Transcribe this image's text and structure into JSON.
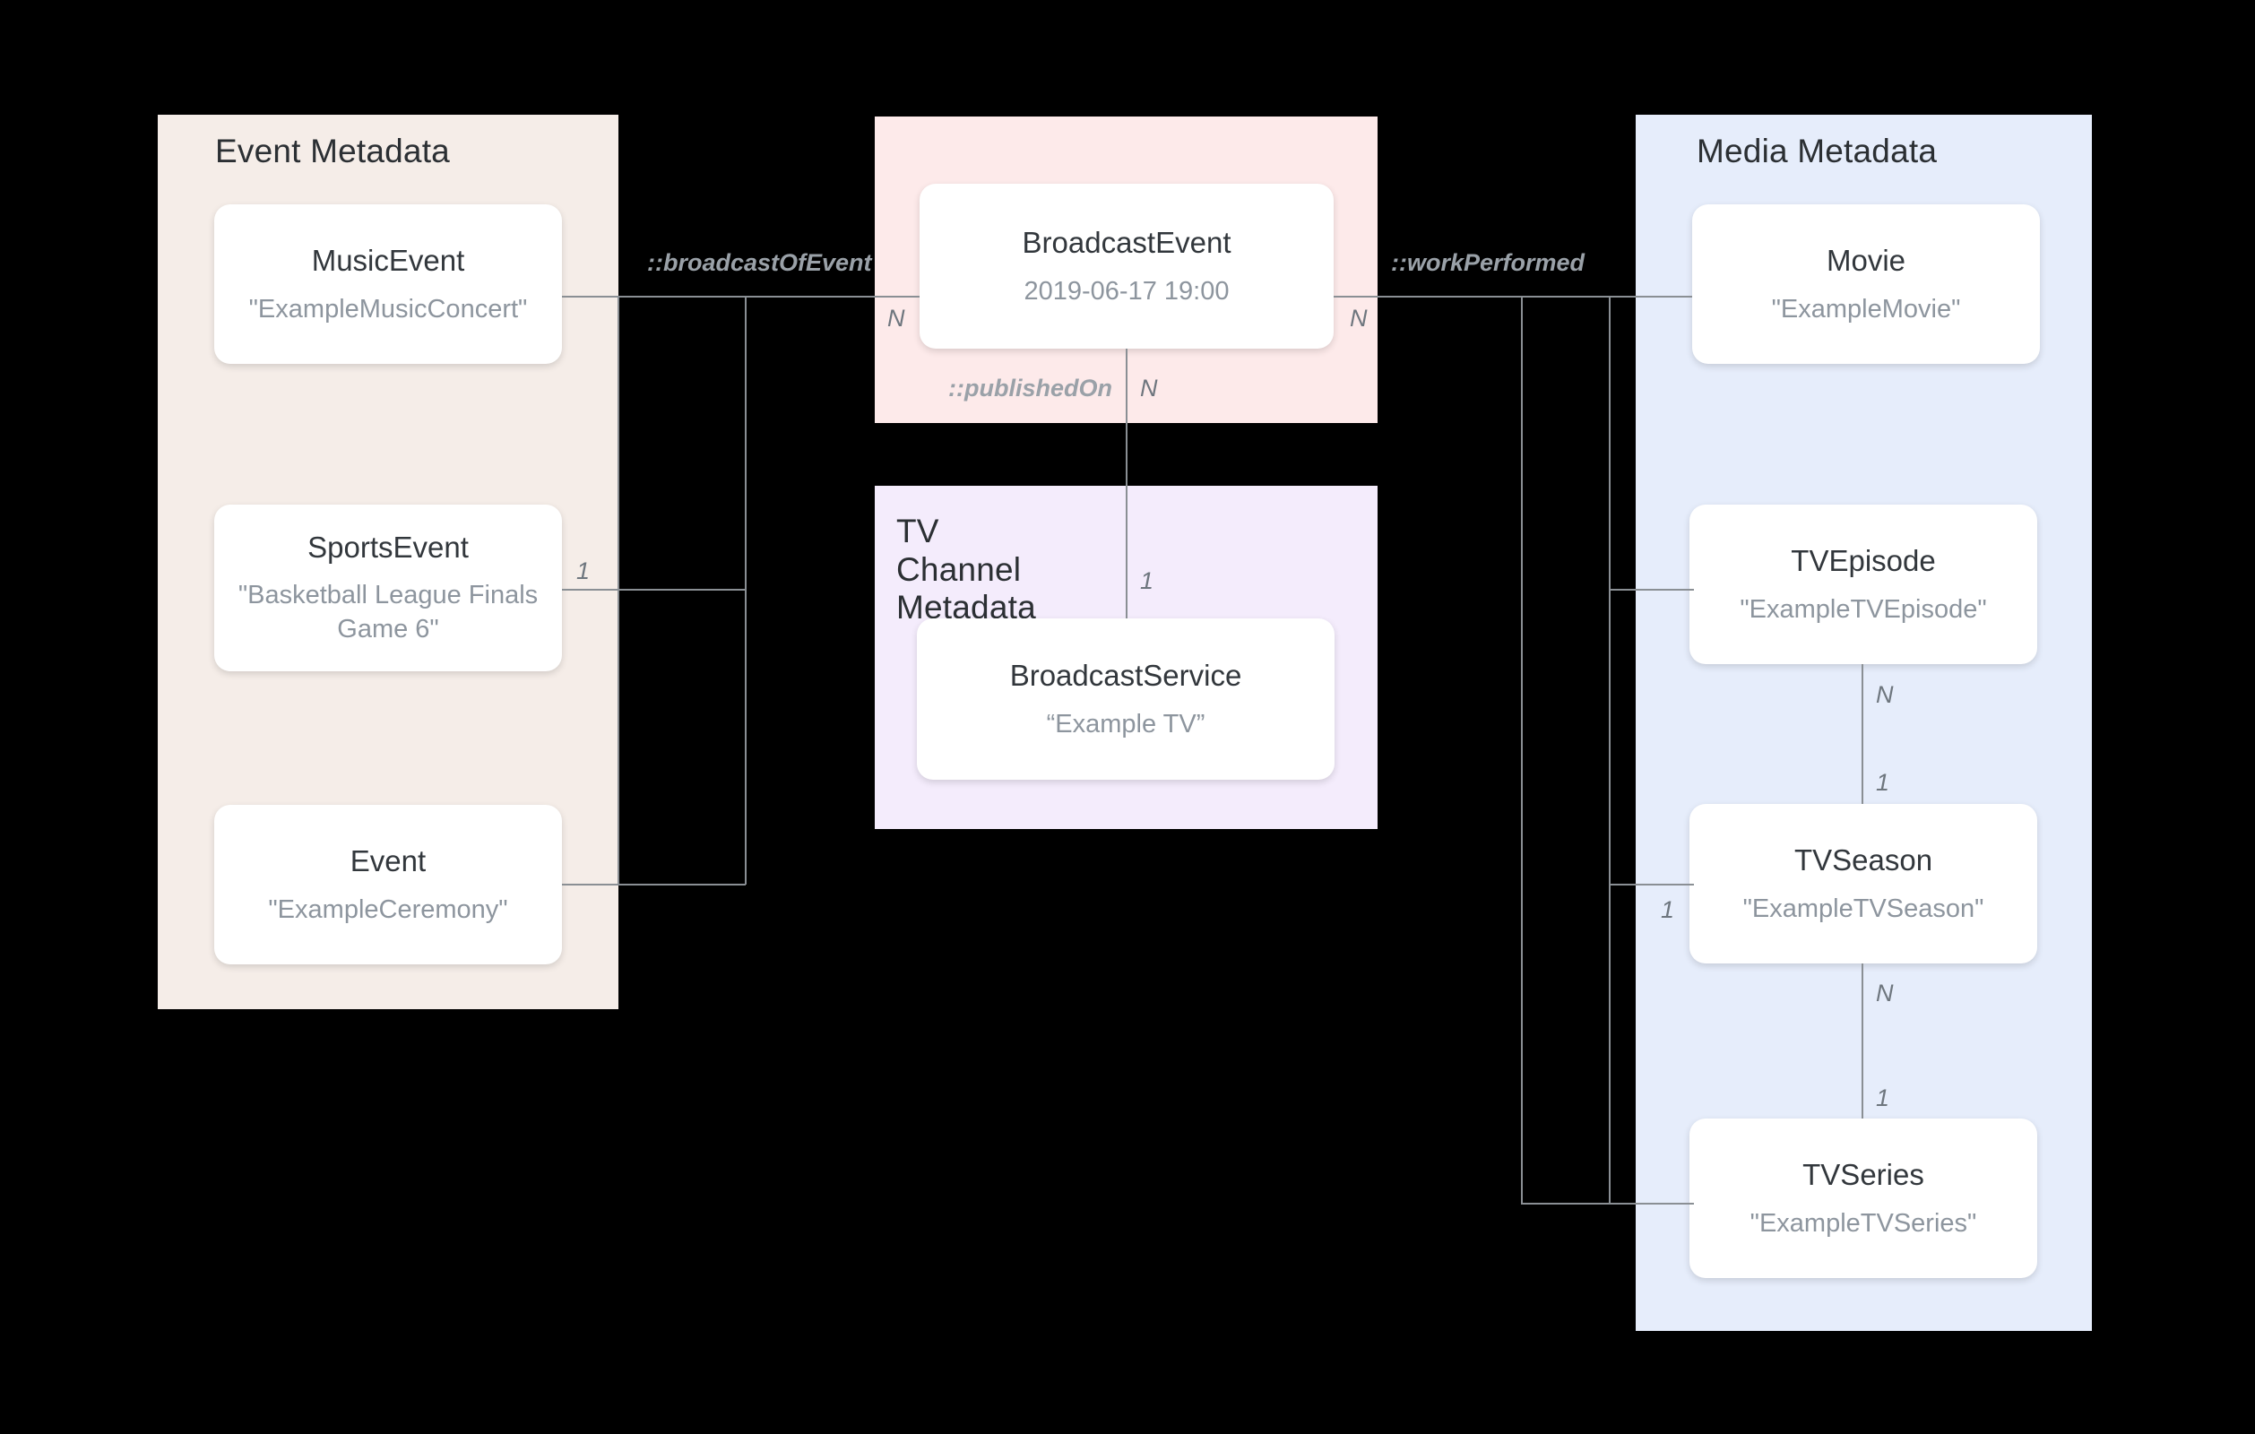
{
  "diagram": {
    "type": "entity-relationship-diagram",
    "panels": [
      {
        "id": "event",
        "title": "Event Metadata",
        "color": "#F5EDE8"
      },
      {
        "id": "broadcast",
        "title": "",
        "color": "#FDEAEA"
      },
      {
        "id": "tvchannel",
        "title": "TV Channel Metadata",
        "color": "#F4ECFC"
      },
      {
        "id": "media",
        "title": "Media Metadata",
        "color": "#E6EDFB"
      }
    ],
    "nodes": [
      {
        "id": "musicevent",
        "title": "MusicEvent",
        "sub": "\"ExampleMusicConcert\""
      },
      {
        "id": "sportsevent",
        "title": "SportsEvent",
        "sub": "\"Basketball League Finals Game 6\""
      },
      {
        "id": "event",
        "title": "Event",
        "sub": "\"ExampleCeremony\""
      },
      {
        "id": "broadcastevent",
        "title": "BroadcastEvent",
        "sub": "2019-06-17 19:00"
      },
      {
        "id": "broadcastservice",
        "title": "BroadcastService",
        "sub": "“Example TV”"
      },
      {
        "id": "movie",
        "title": "Movie",
        "sub": "\"ExampleMovie\""
      },
      {
        "id": "tvepisode",
        "title": "TVEpisode",
        "sub": "\"ExampleTVEpisode\""
      },
      {
        "id": "tvseason",
        "title": "TVSeason",
        "sub": "\"ExampleTVSeason\""
      },
      {
        "id": "tvseries",
        "title": "TVSeries",
        "sub": "\"ExampleTVSeries\""
      }
    ],
    "relations": [
      {
        "id": "broadcastOfEvent",
        "label": "::broadcastOfEvent",
        "from": "broadcastevent",
        "to": [
          "musicevent",
          "sportsevent",
          "event"
        ],
        "from_cardinality": "N",
        "to_cardinality": "1"
      },
      {
        "id": "publishedOn",
        "label": "::publishedOn",
        "from": "broadcastevent",
        "to": [
          "broadcastservice"
        ],
        "from_cardinality": "N",
        "to_cardinality": "1"
      },
      {
        "id": "workPerformed",
        "label": "::workPerformed",
        "from": "broadcastevent",
        "to": [
          "movie",
          "tvepisode",
          "tvseries"
        ],
        "from_cardinality": "N",
        "to_cardinality": "1"
      },
      {
        "id": "episodeToSeason",
        "label": "",
        "from": "tvepisode",
        "to": [
          "tvseason"
        ],
        "from_cardinality": "N",
        "to_cardinality": "1"
      },
      {
        "id": "seasonToSeries",
        "label": "",
        "from": "tvseason",
        "to": [
          "tvseries"
        ],
        "from_cardinality": "N",
        "to_cardinality": "1"
      }
    ],
    "cardinalities": {
      "broadcastevent_left": "N",
      "broadcastevent_right": "N",
      "broadcastevent_bottom": "N",
      "sportsevent_right": "1",
      "broadcastservice_top": "1",
      "tvseason_left": "1",
      "tvepisode_bottom": "N",
      "tvseason_top": "1",
      "tvseason_bottom": "N",
      "tvseries_top": "1"
    }
  }
}
